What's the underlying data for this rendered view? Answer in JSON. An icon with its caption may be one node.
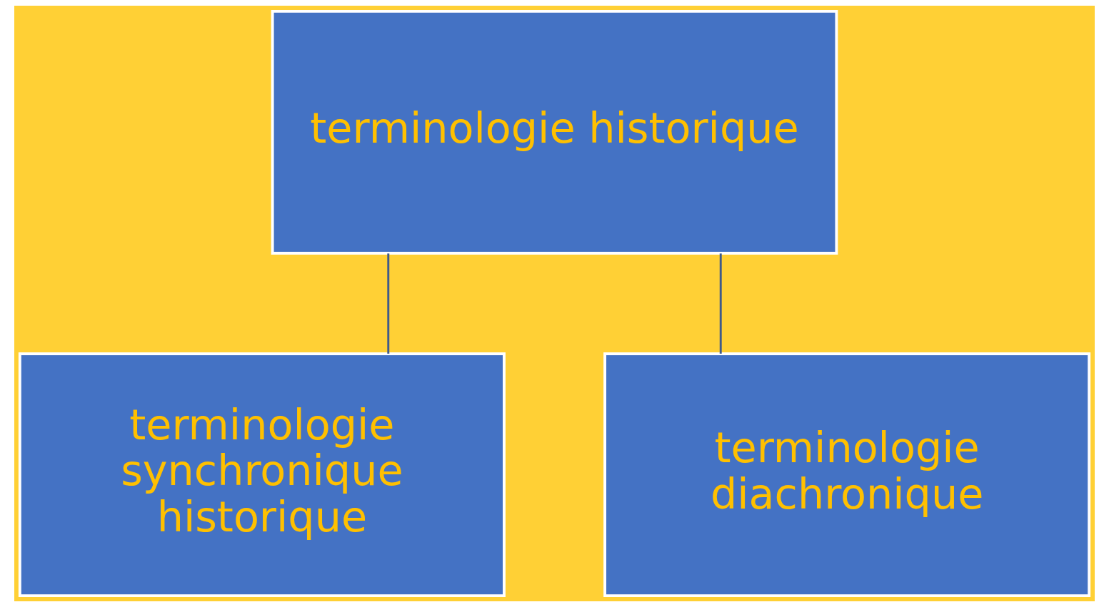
{
  "diagram": {
    "nodes": [
      {
        "text": [
          "terminologie historique"
        ]
      },
      {
        "text": [
          "terminologie synchronique historique"
        ]
      },
      {
        "text": [
          "terminologie diachronique"
        ]
      }
    ],
    "edges": [
      {
        "from": 0,
        "to": 1,
        "arrow": "none"
      },
      {
        "from": 0,
        "to": 2,
        "arrow": "none"
      }
    ]
  }
}
